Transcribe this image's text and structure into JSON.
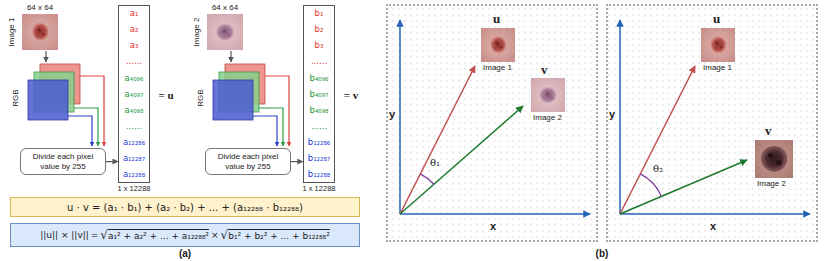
{
  "diagram": {
    "nodes": [
      {
        "text": [
          "Divide each pixel value by 255"
        ]
      },
      {
        "text": [
          "a₁",
          "a₂",
          "a₃",
          "......",
          "a₄₀₉₆",
          "a₄₀₉₇",
          "a₄₀₉₈",
          "......",
          "a₁₂₂₈₆",
          "a₁₂₂₈₇",
          "a₁₂₂₈₈"
        ]
      },
      {
        "text": [
          "Divide each pixel value by 255"
        ]
      },
      {
        "text": [
          "b₁",
          "b₂",
          "b₃",
          "......",
          "b₄₀₉₆",
          "b₄₀₉₇",
          "b₄₀₉₈",
          "......",
          "b₁₂₂₈₆",
          "b₁₂₂₈₇",
          "b₁₂₂₈₈"
        ]
      },
      {
        "text": [
          "u · v = (a₁ · b₁) + (a₂ · b₂) + ... + (a₁₂₂₈₈ · b₁₂₂₈₈)"
        ]
      },
      {
        "text": [
          "||u|| × ||v||",
          "=",
          "√",
          "a₁² + a₂² + ... + a₁₂₂₈₈²",
          "×",
          "√",
          "b₁² + b₂² + ... + b₁₂₂₈₈²"
        ]
      },
      {
        "text": [
          "u",
          "Image 1",
          "v",
          "Image 2",
          "y",
          "x",
          "θ₁"
        ]
      },
      {
        "text": [
          "u",
          "Image 1",
          "v",
          "Image 2",
          "y",
          "x",
          "θ₂"
        ]
      }
    ],
    "edges": [
      {
        "from": 0,
        "to": 1,
        "arrow": "to"
      },
      {
        "from": 2,
        "to": 3,
        "arrow": "to"
      }
    ],
    "labels": [
      "64 x 64",
      "Image 1",
      "RGB",
      "1 x 12288",
      "= u",
      "64 x 64",
      "Image 2",
      "RGB",
      "1 x 12288",
      "= v",
      "(a)",
      "(b)"
    ]
  }
}
